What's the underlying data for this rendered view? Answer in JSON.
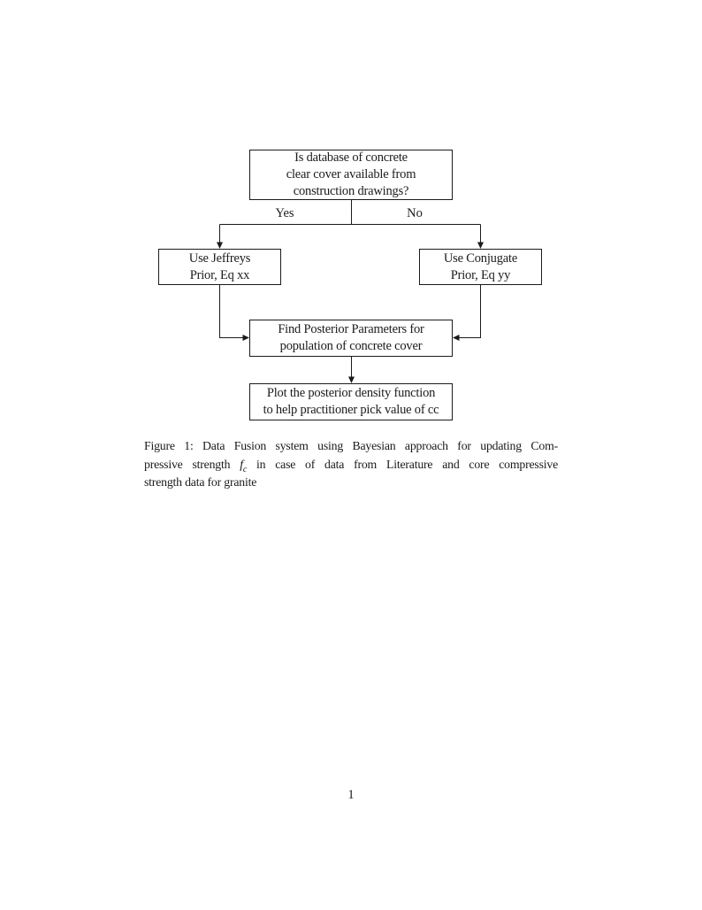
{
  "page": {
    "number": "1"
  },
  "flowchart": {
    "decision": {
      "line1": "Is database of concrete",
      "line2": "clear cover available from",
      "line3": "construction drawings?"
    },
    "yes_label": "Yes",
    "no_label": "No",
    "jeffreys": {
      "line1": "Use Jeffreys",
      "line2": "Prior, Eq xx"
    },
    "conjugate": {
      "line1": "Use Conjugate",
      "line2": "Prior, Eq yy"
    },
    "posterior": {
      "line1": "Find Posterior Parameters for",
      "line2": "population of concrete cover"
    },
    "plot": {
      "line1": "Plot the posterior density function",
      "line2": "to help practitioner pick value of cc"
    }
  },
  "caption": {
    "line1": "Figure 1: Data Fusion system using Bayesian approach for updating Com-",
    "line2_pre": "pressive strength",
    "math_var": "f",
    "math_sub": "c",
    "line2_post": "in case of data from Literature and core compressive",
    "line3": "strength data for granite"
  }
}
